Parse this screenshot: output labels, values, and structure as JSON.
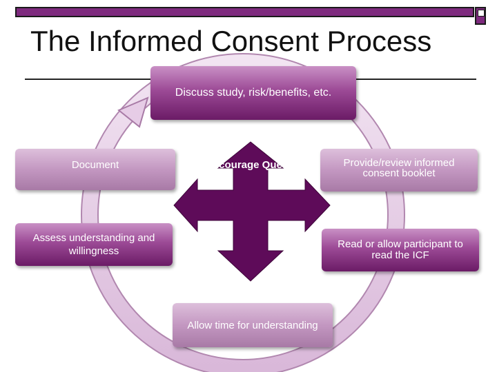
{
  "title": "The Informed Consent Process",
  "center_label": "Encourage Questions",
  "steps": {
    "discuss": "Discuss study, risk/benefits, etc.",
    "provide": "Provide/review informed consent booklet",
    "read": "Read or allow participant to read the ICF",
    "allow_time": "Allow time for understanding",
    "assess": "Assess understanding and willingness",
    "document": "Document"
  },
  "colors": {
    "accent": "#7e2a7e",
    "center_arrow": "#5e0b59",
    "cycle_ring": "#e6cce6"
  }
}
